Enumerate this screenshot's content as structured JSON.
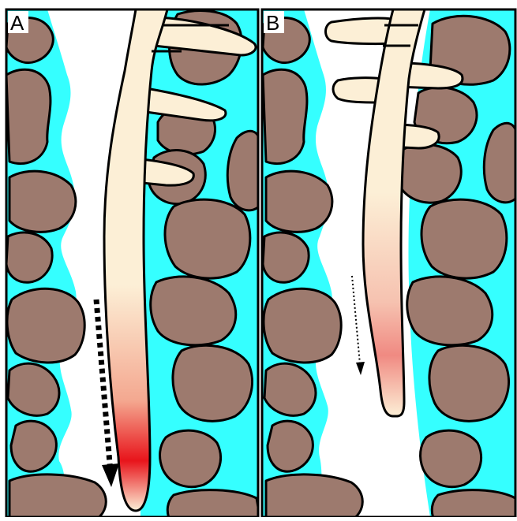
{
  "panels": [
    {
      "label": "A"
    },
    {
      "label": "B"
    }
  ],
  "colors": {
    "water": "#35ffff",
    "soil_particle": "#9d7a6e",
    "root": "#fcefd6",
    "root_tip_gradient": "#e8141b",
    "outline": "#000000",
    "background": "#ffffff"
  },
  "arrows": [
    {
      "panel": "A",
      "style": "thick-dashed",
      "direction": "down"
    },
    {
      "panel": "B",
      "style": "thin-dotted",
      "direction": "down"
    }
  ]
}
